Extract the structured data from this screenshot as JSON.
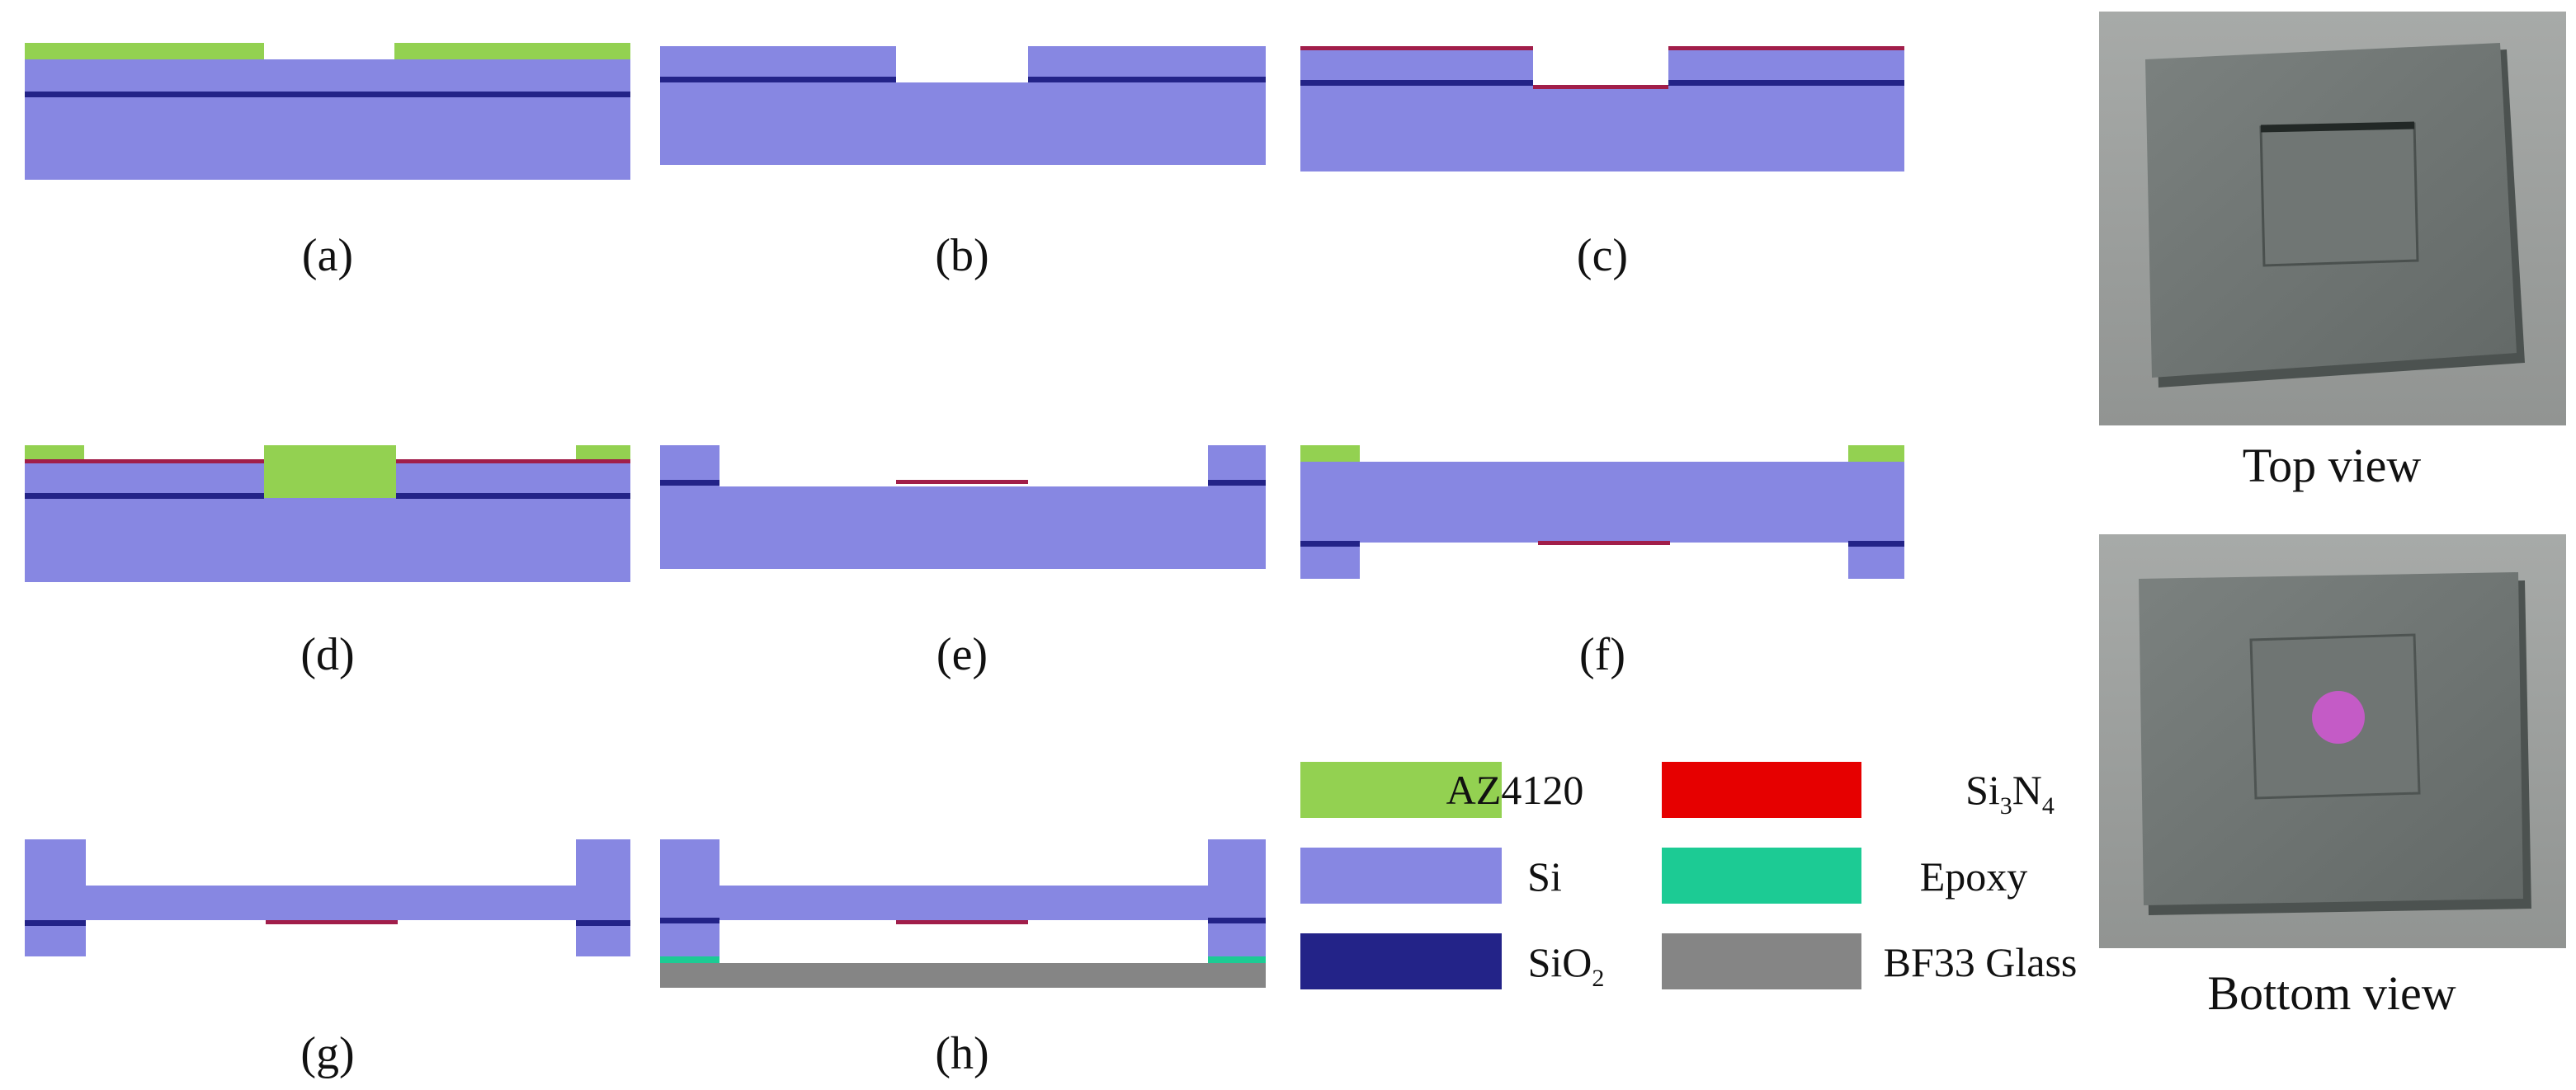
{
  "colors": {
    "az4120": "#93d151",
    "si": "#8787e2",
    "sio2": "#232388",
    "si3n4": "#e60000",
    "si3n4_thin": "#a11e4a",
    "epoxy": "#1ccb94",
    "glass": "#858585",
    "photo_border": "#9a9d9c",
    "chip": "#6e7472",
    "chip_dark": "#555b59",
    "membrane_dot": "#c45bc6"
  },
  "panels": [
    {
      "id": "a",
      "label": "(a)"
    },
    {
      "id": "b",
      "label": "(b)"
    },
    {
      "id": "c",
      "label": "(c)"
    },
    {
      "id": "d",
      "label": "(d)"
    },
    {
      "id": "e",
      "label": "(e)"
    },
    {
      "id": "f",
      "label": "(f)"
    },
    {
      "id": "g",
      "label": "(g)"
    },
    {
      "id": "h",
      "label": "(h)"
    }
  ],
  "legend": {
    "az4120": "AZ4120",
    "si": "Si",
    "sio2": "SiO",
    "sio2_sub": "2",
    "si3n4_a": "Si",
    "si3n4_sub1": "3",
    "si3n4_b": "N",
    "si3n4_sub2": "4",
    "epoxy": "Epoxy",
    "glass": "BF33 Glass"
  },
  "photos": {
    "top_caption": "Top view",
    "bottom_caption": "Bottom view"
  }
}
